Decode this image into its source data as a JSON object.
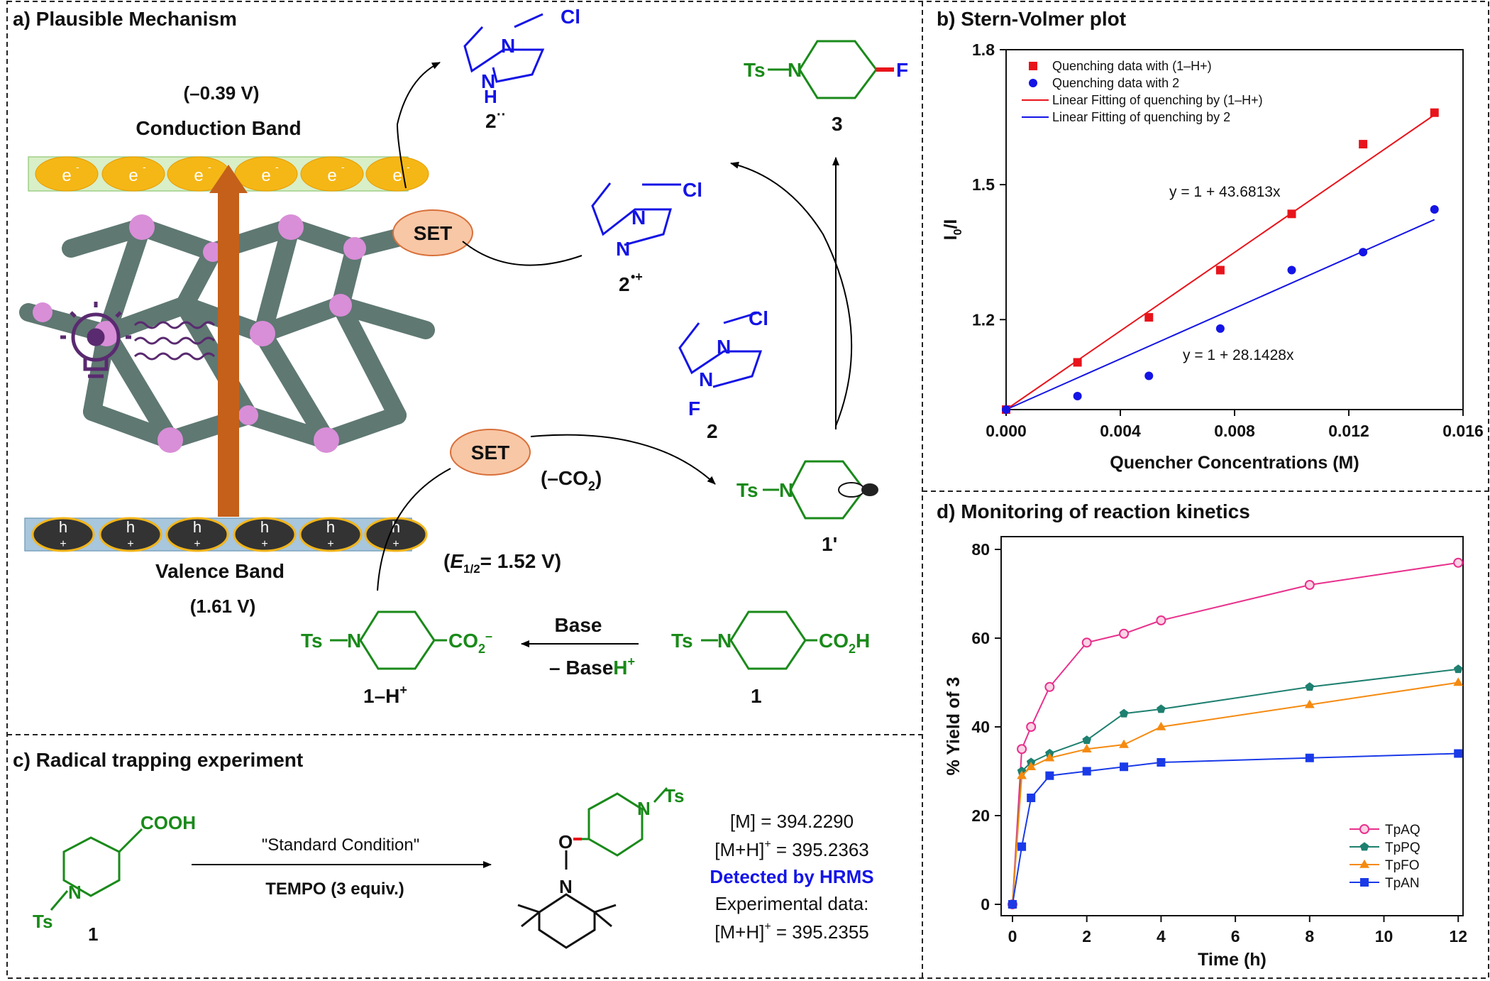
{
  "panels": {
    "a": {
      "title": "a) Plausible Mechanism",
      "cb_potential": "(–0.39 V)",
      "cb_label": "Conduction Band",
      "vb_label": "Valence Band",
      "vb_potential": "(1.61 V)",
      "electron": "e",
      "hole": "h",
      "set": "SET",
      "co2_loss": "(–CO",
      "e_half": "= 1.52 V)",
      "base": "Base",
      "baseh": "– Base",
      "labels": {
        "c2rad": "2",
        "c2cation": "2",
        "c2": "2",
        "c3": "3",
        "c1p": "1'",
        "c1h": "1–H",
        "c1": "1"
      },
      "atoms": {
        "ts": "Ts",
        "n": "N",
        "h": "H",
        "f": "F",
        "cl": "Cl",
        "co2h": "CO",
        "co2m": "CO"
      }
    },
    "b": {
      "title": "b) Stern-Volmer plot"
    },
    "c": {
      "title": "c) Radical trapping experiment",
      "cooh": "COOH",
      "condition": "\"Standard Condition\"",
      "reagent": "TEMPO (3 equiv.)",
      "m": "[M] = 394.2290",
      "mh": "[M+H]",
      "mh_val": " = 395.2363",
      "detected": "Detected by HRMS",
      "exp": "Experimental data:",
      "mh2_val": " = 395.2355",
      "o": "O",
      "label1": "1"
    },
    "d": {
      "title": "d) Monitoring of reaction kinetics"
    }
  },
  "chart_data": [
    {
      "type": "scatter",
      "title": "b) Stern-Volmer plot",
      "xlabel": "Quencher Concentrations (M)",
      "ylabel": "I0/I",
      "xlim": [
        0,
        0.016
      ],
      "ylim": [
        1.0,
        1.8
      ],
      "xticks": [
        "0.000",
        "0.004",
        "0.008",
        "0.012",
        "0.016"
      ],
      "yticks": [
        "1.2",
        "1.5",
        "1.8"
      ],
      "series": [
        {
          "name": "Quenching data with (1–H+)",
          "color": "#e8141b",
          "marker": "square",
          "x": [
            0,
            0.0025,
            0.005,
            0.0075,
            0.01,
            0.0125,
            0.015
          ],
          "y": [
            1.0,
            1.105,
            1.205,
            1.31,
            1.435,
            1.59,
            1.66
          ]
        },
        {
          "name": "Quenching data with 2",
          "color": "#1414e6",
          "marker": "circle",
          "x": [
            0,
            0.0025,
            0.005,
            0.0075,
            0.01,
            0.0125,
            0.015
          ],
          "y": [
            1.0,
            1.03,
            1.075,
            1.18,
            1.31,
            1.35,
            1.445
          ]
        }
      ],
      "fits": [
        {
          "name": "Linear Fitting of quenching by (1–H+)",
          "color": "#e8141b",
          "slope": 43.6813,
          "intercept": 1,
          "equation": "y = 1 + 43.6813x"
        },
        {
          "name": "Linear Fitting of quenching by 2",
          "color": "#1414e6",
          "slope": 28.1428,
          "intercept": 1,
          "equation": "y = 1 + 28.1428x"
        }
      ],
      "legend": "top-left"
    },
    {
      "type": "line",
      "title": "d) Monitoring of reaction kinetics",
      "xlabel": "Time (h)",
      "ylabel": "% Yield of 3",
      "xlim": [
        0,
        12
      ],
      "ylim": [
        0,
        80
      ],
      "xticks": [
        "0",
        "2",
        "4",
        "6",
        "8",
        "10",
        "12"
      ],
      "yticks": [
        "0",
        "20",
        "40",
        "60",
        "80"
      ],
      "x": [
        0,
        0.25,
        0.5,
        1,
        2,
        3,
        4,
        8,
        12
      ],
      "series": [
        {
          "name": "TpAQ",
          "color": "#e8308c",
          "marker": "open-circle",
          "values": [
            0,
            35,
            40,
            49,
            59,
            61,
            64,
            72,
            77
          ]
        },
        {
          "name": "TpPQ",
          "color": "#1e8070",
          "marker": "pentagon",
          "values": [
            0,
            30,
            32,
            34,
            37,
            43,
            44,
            49,
            53
          ]
        },
        {
          "name": "TpFO",
          "color": "#f58a10",
          "marker": "triangle",
          "values": [
            0,
            29,
            31,
            33,
            35,
            36,
            40,
            45,
            50
          ]
        },
        {
          "name": "TpAN",
          "color": "#1a3ae8",
          "marker": "square",
          "values": [
            0,
            13,
            24,
            29,
            30,
            31,
            32,
            33,
            34
          ]
        }
      ],
      "legend": "bottom-right"
    }
  ]
}
